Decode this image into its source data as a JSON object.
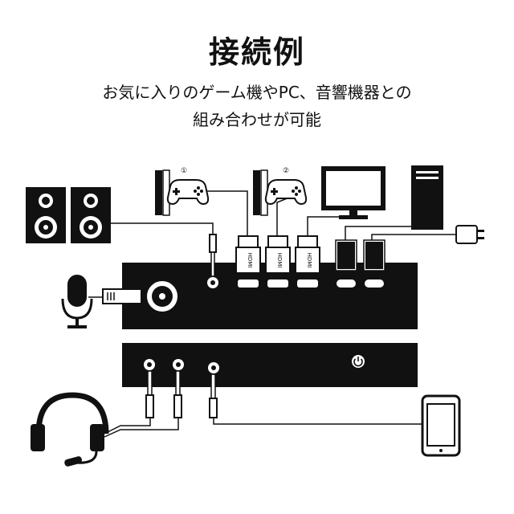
{
  "title": "接続例",
  "subtitle": {
    "line1": "お気に入りのゲーム機やPC、音響機器との",
    "line2": "組み合わせが可能"
  },
  "devices": {
    "console1_marker": "①",
    "console2_marker": "②",
    "hdmi_label": "HDMI"
  }
}
